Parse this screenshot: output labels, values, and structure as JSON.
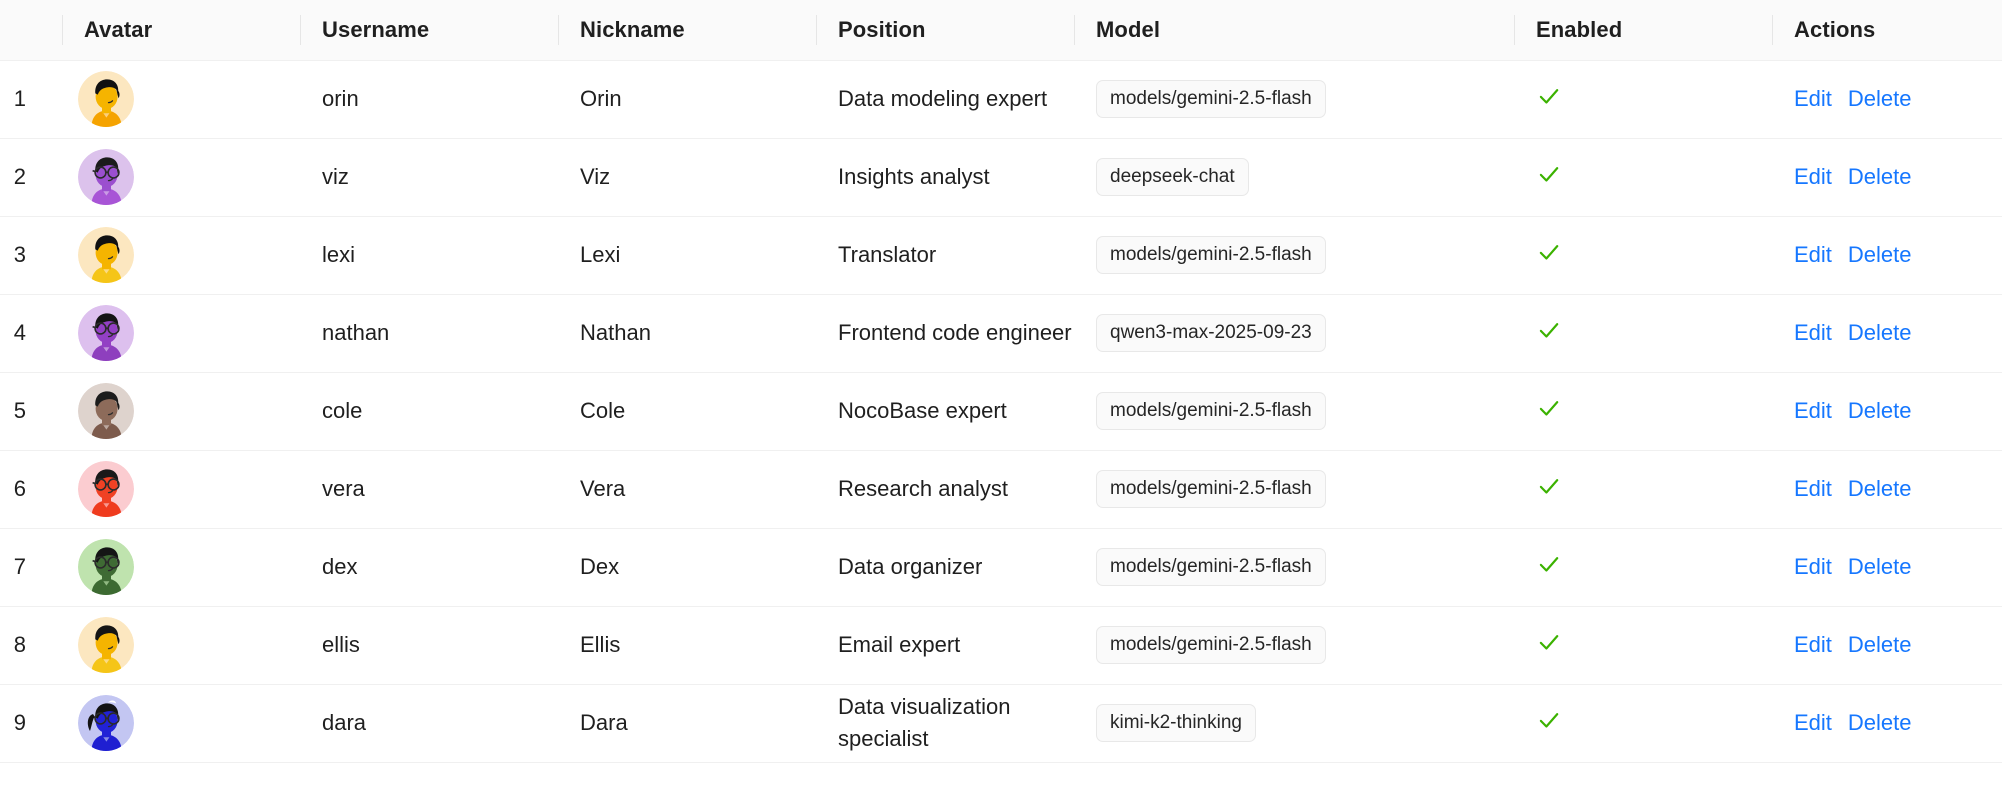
{
  "table": {
    "columns": [
      {
        "key": "index",
        "label": ""
      },
      {
        "key": "avatar",
        "label": "Avatar"
      },
      {
        "key": "username",
        "label": "Username"
      },
      {
        "key": "nickname",
        "label": "Nickname"
      },
      {
        "key": "position",
        "label": "Position"
      },
      {
        "key": "model",
        "label": "Model"
      },
      {
        "key": "enabled",
        "label": "Enabled"
      },
      {
        "key": "actions",
        "label": "Actions"
      }
    ],
    "action_labels": {
      "edit": "Edit",
      "delete": "Delete"
    },
    "enabled_icon": "check-icon",
    "colors": {
      "header_bg": "#fafafa",
      "row_border": "#f0f0f0",
      "link": "#1677ff",
      "check_green": "#3bb200",
      "tag_bg": "#fafafa",
      "tag_border": "#e8e8e8",
      "text": "#1f1f1f"
    },
    "rows": [
      {
        "index": "1",
        "username": "orin",
        "nickname": "Orin",
        "position": "Data modeling expert",
        "model": "models/gemini-2.5-flash",
        "enabled": true,
        "avatar": {
          "name": "avatar-orin",
          "bg": "#fce7c0",
          "hair": "#111111",
          "skin": "#f5b400",
          "body": "#f5a300",
          "glasses": false,
          "ponytail": false
        }
      },
      {
        "index": "2",
        "username": "viz",
        "nickname": "Viz",
        "position": "Insights analyst",
        "model": "deepseek-chat",
        "enabled": true,
        "avatar": {
          "name": "avatar-viz",
          "bg": "#dcc2ec",
          "hair": "#1b1b1b",
          "skin": "#9b4fcf",
          "body": "#a855d6",
          "glasses": true,
          "ponytail": false
        }
      },
      {
        "index": "3",
        "username": "lexi",
        "nickname": "Lexi",
        "position": "Translator",
        "model": "models/gemini-2.5-flash",
        "enabled": true,
        "avatar": {
          "name": "avatar-lexi",
          "bg": "#fce7c0",
          "hair": "#111111",
          "skin": "#f5b400",
          "body": "#f5c518",
          "glasses": false,
          "ponytail": false
        }
      },
      {
        "index": "4",
        "username": "nathan",
        "nickname": "Nathan",
        "position": "Frontend code engineer",
        "model": "qwen3-max-2025-09-23",
        "enabled": true,
        "avatar": {
          "name": "avatar-nathan",
          "bg": "#ddc0ee",
          "hair": "#141414",
          "skin": "#9340c4",
          "body": "#8e3fbe",
          "glasses": true,
          "ponytail": false
        }
      },
      {
        "index": "5",
        "username": "cole",
        "nickname": "Cole",
        "position": "NocoBase expert",
        "model": "models/gemini-2.5-flash",
        "enabled": true,
        "avatar": {
          "name": "avatar-cole",
          "bg": "#ded3cd",
          "hair": "#1c1c1c",
          "skin": "#8d6b5a",
          "body": "#7d5b4c",
          "glasses": false,
          "ponytail": false
        }
      },
      {
        "index": "6",
        "username": "vera",
        "nickname": "Vera",
        "position": "Research analyst",
        "model": "models/gemini-2.5-flash",
        "enabled": true,
        "avatar": {
          "name": "avatar-vera",
          "bg": "#fbccd0",
          "hair": "#191919",
          "skin": "#f04124",
          "body": "#ef3b1e",
          "glasses": true,
          "ponytail": false
        }
      },
      {
        "index": "7",
        "username": "dex",
        "nickname": "Dex",
        "position": "Data organizer",
        "model": "models/gemini-2.5-flash",
        "enabled": true,
        "avatar": {
          "name": "avatar-dex",
          "bg": "#bfe3ae",
          "hair": "#151515",
          "skin": "#3f6b34",
          "body": "#3c6a31",
          "glasses": true,
          "ponytail": false
        }
      },
      {
        "index": "8",
        "username": "ellis",
        "nickname": "Ellis",
        "position": "Email expert",
        "model": "models/gemini-2.5-flash",
        "enabled": true,
        "avatar": {
          "name": "avatar-ellis",
          "bg": "#fce7c0",
          "hair": "#151515",
          "skin": "#f5b400",
          "body": "#f5c518",
          "glasses": false,
          "ponytail": false
        }
      },
      {
        "index": "9",
        "username": "dara",
        "nickname": "Dara",
        "position": "Data visualization specialist",
        "model": "kimi-k2-thinking",
        "enabled": true,
        "avatar": {
          "name": "avatar-dara",
          "bg": "#c3c6f2",
          "hair": "#131313",
          "skin": "#2222d6",
          "body": "#1f1fd1",
          "glasses": true,
          "ponytail": true
        }
      }
    ]
  }
}
